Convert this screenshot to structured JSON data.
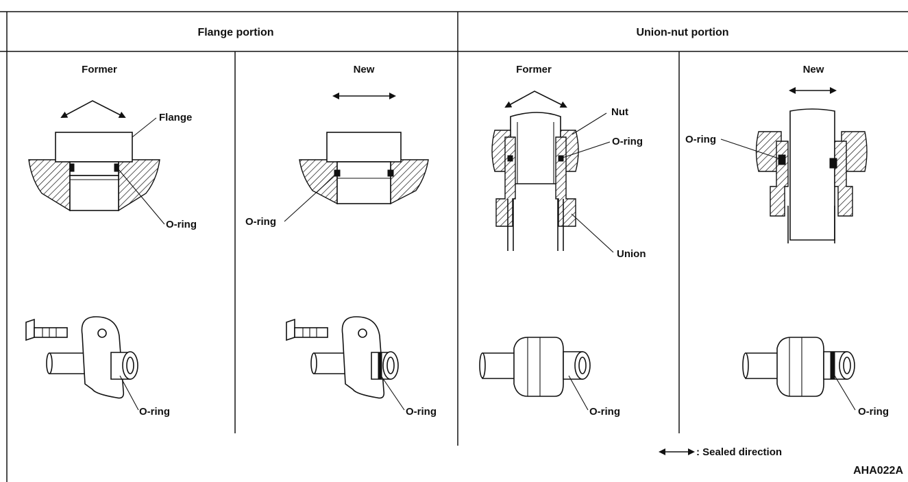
{
  "headers": {
    "flange": "Flange portion",
    "union_nut": "Union-nut portion"
  },
  "columns": {
    "flange_former": "Former",
    "flange_new": "New",
    "union_former": "Former",
    "union_new": "New"
  },
  "callouts": {
    "flange": "Flange",
    "oring_flange_former_section": "O-ring",
    "oring_flange_new_section": "O-ring",
    "nut": "Nut",
    "oring_union_former_section": "O-ring",
    "union": "Union",
    "oring_union_new_section": "O-ring",
    "oring_flange_former_3d": "O-ring",
    "oring_flange_new_3d": "O-ring",
    "oring_union_former_3d": "O-ring",
    "oring_union_new_3d": "O-ring"
  },
  "legend": {
    "text": ": Sealed direction"
  },
  "figure_code": "AHA022A"
}
